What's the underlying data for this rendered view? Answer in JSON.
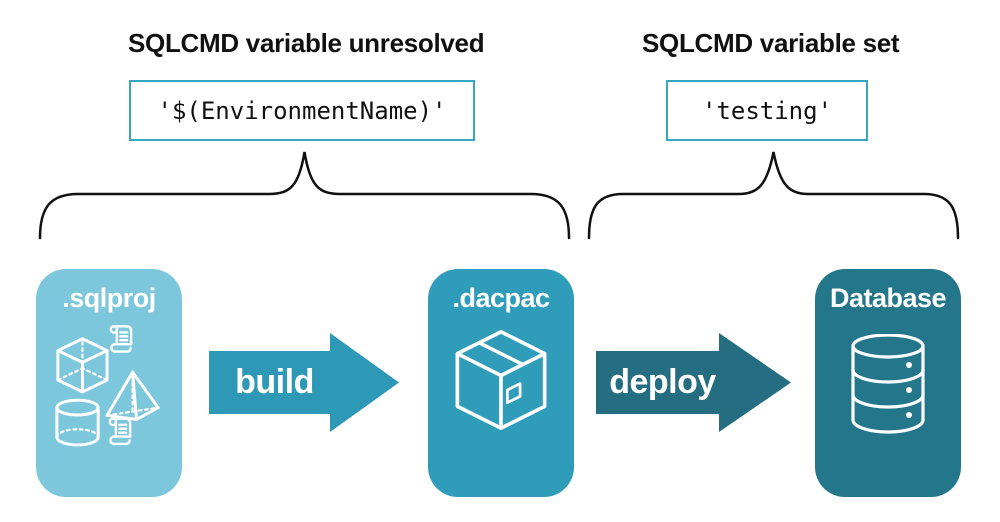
{
  "annotations": {
    "unresolved": {
      "heading": "SQLCMD variable unresolved",
      "code": "'$(EnvironmentName)'"
    },
    "set": {
      "heading": "SQLCMD variable set",
      "code": "'testing'"
    }
  },
  "pipeline": {
    "stages": [
      {
        "label": ".sqlproj",
        "icon": "sql-project-objects-icon",
        "color": "#7cc7db"
      },
      {
        "label": ".dacpac",
        "icon": "package-box-icon",
        "color": "#2f9cb9"
      },
      {
        "label": "Database",
        "icon": "database-cylinder-icon",
        "color": "#24768a"
      }
    ],
    "arrows": [
      {
        "label": "build",
        "color": "#2e99b6"
      },
      {
        "label": "deploy",
        "color": "#256e82"
      }
    ]
  },
  "colors": {
    "background": "#ffffff",
    "code_border": "#35a7c2",
    "heading_text": "#111111",
    "code_text": "#111111",
    "brace_stroke": "#111111",
    "card_label_text": "#ffffff",
    "icon_stroke": "#ffffff"
  }
}
